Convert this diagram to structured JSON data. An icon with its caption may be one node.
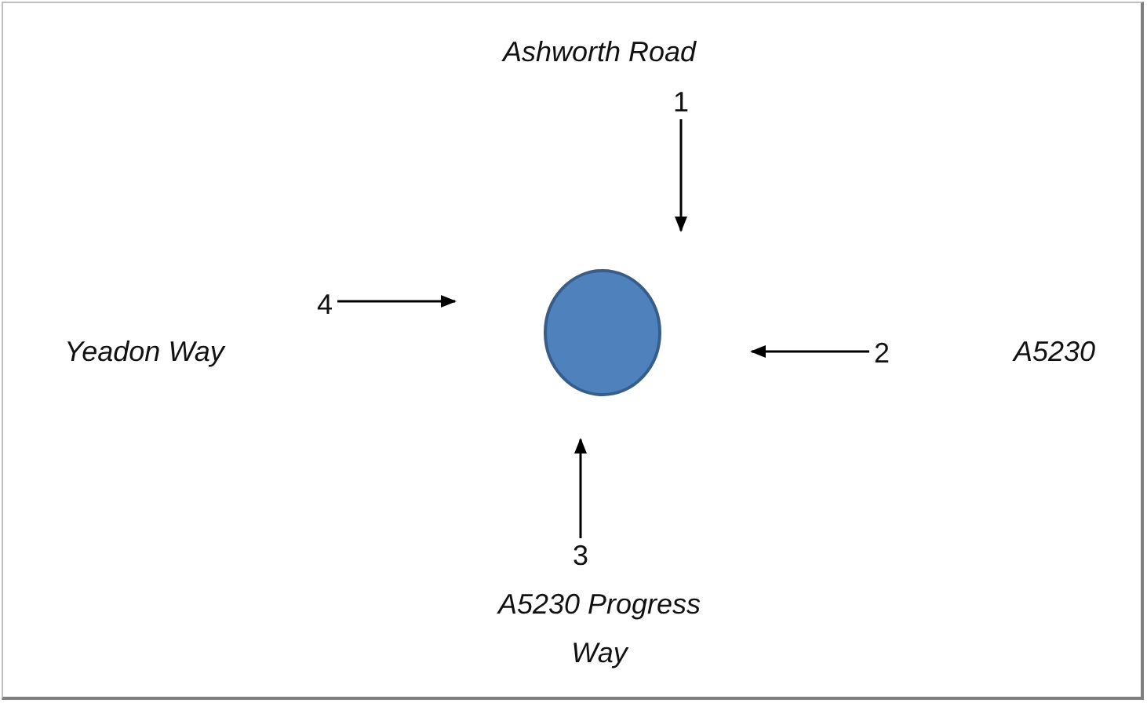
{
  "diagram": {
    "nodes": [
      {
        "text": [],
        "shape": "circle"
      },
      {
        "text": [
          "1"
        ]
      },
      {
        "text": [
          "4"
        ]
      },
      {
        "text": [
          "2"
        ]
      },
      {
        "text": [
          "3"
        ]
      }
    ],
    "edges": [
      {
        "from": 1,
        "to": null,
        "arrow": "to"
      },
      {
        "from": 2,
        "to": null,
        "arrow": "to"
      },
      {
        "from": 3,
        "to": null,
        "arrow": "to"
      },
      {
        "from": 4,
        "to": null,
        "arrow": "to"
      }
    ],
    "labels": [
      "Ashworth Road",
      "Yeadon Way",
      "A5230",
      "A5230 Progress Way"
    ]
  }
}
